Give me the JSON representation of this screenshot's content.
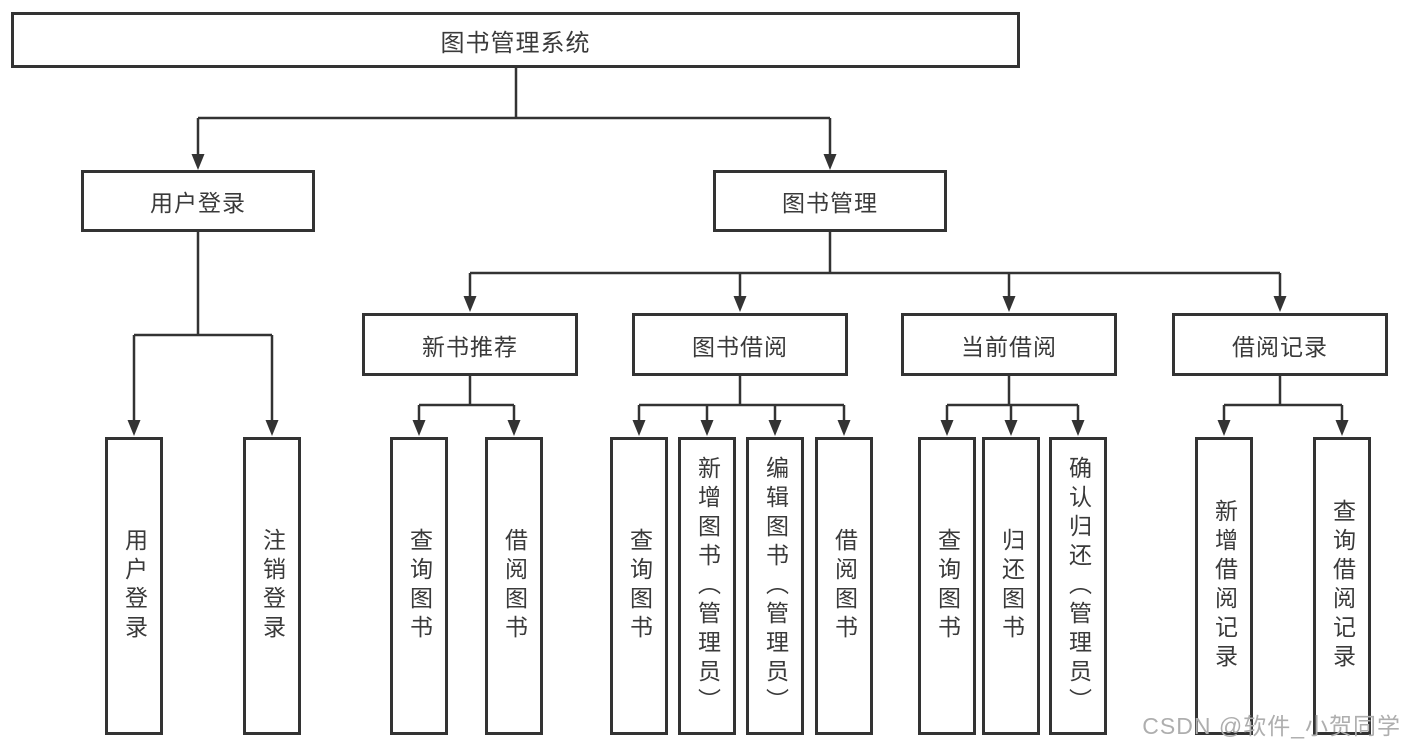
{
  "colors": {
    "line": "#333333",
    "box_border": "#333333",
    "box_background": "#ffffff",
    "text": "#3a3a3a",
    "watermark": "#aeaeae"
  },
  "tree": {
    "root": {
      "label": "图书管理系统"
    },
    "branches": [
      {
        "label": "用户登录",
        "leaves": [
          {
            "label": "用户登录"
          },
          {
            "label": "注销登录"
          }
        ]
      },
      {
        "label": "图书管理",
        "children": [
          {
            "label": "新书推荐",
            "leaves": [
              {
                "label": "查询图书"
              },
              {
                "label": "借阅图书"
              }
            ]
          },
          {
            "label": "图书借阅",
            "leaves": [
              {
                "label": "查询图书"
              },
              {
                "label": "新增图书（管理员）"
              },
              {
                "label": "编辑图书（管理员）"
              },
              {
                "label": "借阅图书"
              }
            ]
          },
          {
            "label": "当前借阅",
            "leaves": [
              {
                "label": "查询图书"
              },
              {
                "label": "归还图书"
              },
              {
                "label": "确认归还（管理员）"
              }
            ]
          },
          {
            "label": "借阅记录",
            "leaves": [
              {
                "label": "新增借阅记录"
              },
              {
                "label": "查询借阅记录"
              }
            ]
          }
        ]
      }
    ]
  },
  "watermark": {
    "text": "CSDN @软件_小贺同学"
  }
}
